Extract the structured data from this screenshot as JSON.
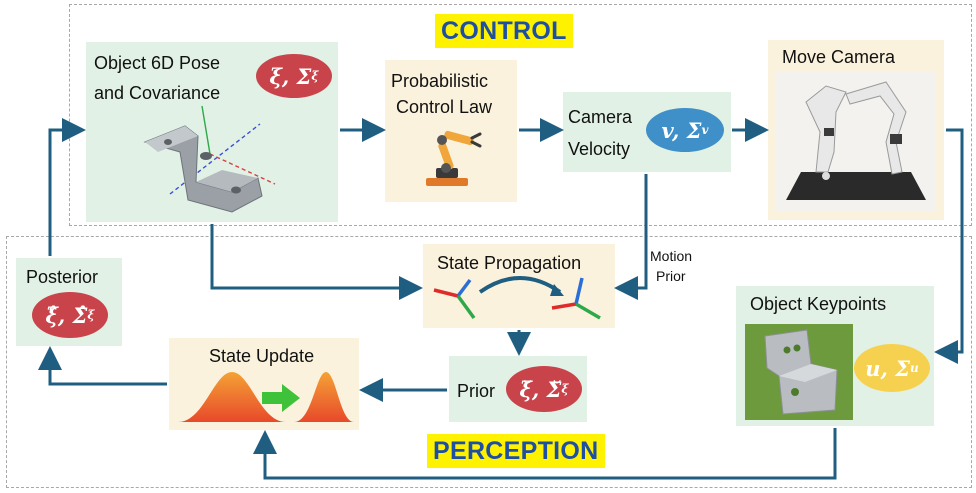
{
  "sections": {
    "control_title": "CONTROL",
    "perception_title": "PERCEPTION"
  },
  "nodes": {
    "object_pose": {
      "line1": "Object 6D Pose",
      "line2": "and Covariance",
      "math": "ξ, Σ",
      "sub": "ξ"
    },
    "control_law": {
      "line1": "Probabilistic",
      "line2": "Control Law"
    },
    "camera_velocity": {
      "line1": "Camera",
      "line2": "Velocity",
      "math": "v, Σ",
      "sub": "v"
    },
    "move_camera": {
      "label": "Move Camera"
    },
    "state_propagation": {
      "label": "State Propagation"
    },
    "motion_prior": {
      "line1": "Motion",
      "line2": "Prior"
    },
    "object_keypoints": {
      "label": "Object Keypoints",
      "math": "u, Σ",
      "sub": "u"
    },
    "posterior": {
      "label": "Posterior",
      "math": "ξ̂, Σ̂",
      "sub": "ξ"
    },
    "prior": {
      "label": "Prior",
      "math": "ξ̆, Σ̆",
      "sub": "ξ"
    },
    "state_update": {
      "label": "State Update"
    }
  },
  "colors": {
    "arrow": "#1f5e80",
    "title_text": "#1f4fa3",
    "title_highlight": "#fff200",
    "green_box": "#e2f1e6",
    "cream_box": "#fbf2dd",
    "red_pill": "#c9434a",
    "blue_pill": "#3f8fc9",
    "yellow_pill": "#f6d14f"
  },
  "icons": [
    "metal-bracket-3d-icon",
    "robot-arm-icon",
    "robot-arm-photo",
    "bracket-photo",
    "coordinate-frame-icon",
    "gaussian-curve-icon",
    "right-arrow-icon"
  ]
}
